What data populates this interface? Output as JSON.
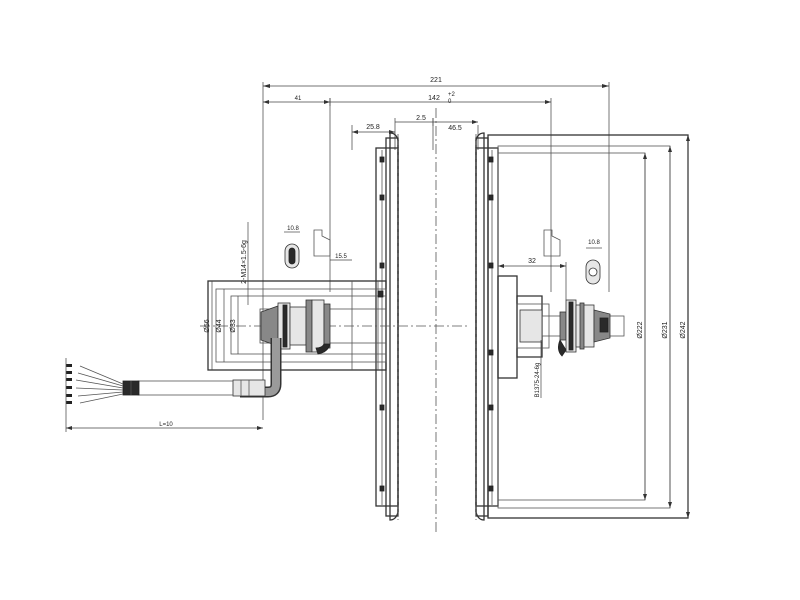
{
  "dimensions": {
    "overall_width": "221",
    "left_offset": "41",
    "hub_width_tol": "142",
    "tol_upper": "+2",
    "tol_lower": "0",
    "hub_center_offset": "2.5",
    "right_half": "46.5",
    "left_half": "25.8",
    "left_slot": "10.8",
    "left_shoulder": "15.5",
    "left_thread": "2-M14×1.5-6g",
    "dia_56": "Ø56",
    "dia_44": "Ø44",
    "dia_33": "Ø33",
    "cable_length": "L=10",
    "right_axle_len": "32",
    "right_slot": "10.8",
    "right_thread": "B1375-24-6g",
    "dia_222": "Ø222",
    "dia_231": "Ø231",
    "dia_242": "Ø242"
  }
}
